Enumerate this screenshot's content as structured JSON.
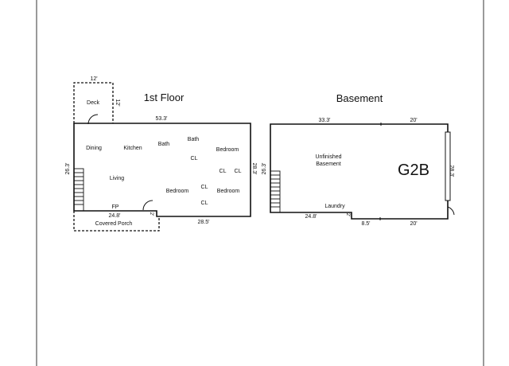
{
  "floors": {
    "first": {
      "title": "1st Floor",
      "dimensions": {
        "deck_width": "12'",
        "deck_depth": "12'",
        "top_width": "53.3'",
        "left_height": "26.3'",
        "right_height": "28.3'",
        "bottom_left": "24.8'",
        "bottom_step": "2'",
        "bottom_right": "28.5'"
      },
      "rooms": {
        "deck": "Deck",
        "dining": "Dining",
        "kitchen": "Kitchen",
        "bath1": "Bath",
        "bath2": "Bath",
        "bedroom1": "Bedroom",
        "living": "Living",
        "bedroom2": "Bedroom",
        "bedroom3": "Bedroom",
        "fp": "FP",
        "covered_porch": "Covered Porch"
      },
      "closets": [
        "CL",
        "CL",
        "CL",
        "CL",
        "CL"
      ]
    },
    "basement": {
      "title": "Basement",
      "unit_label": "G2B",
      "dimensions": {
        "top_left": "33.3'",
        "top_right": "20'",
        "left_height": "26.3'",
        "right_height": "28.3'",
        "bottom_left": "24.8'",
        "bottom_step": "2'",
        "bottom_mid": "8.5'",
        "bottom_right": "20'"
      },
      "rooms": {
        "unfinished_line1": "Unfinished",
        "unfinished_line2": "Basement",
        "laundry": "Laundry"
      }
    }
  }
}
